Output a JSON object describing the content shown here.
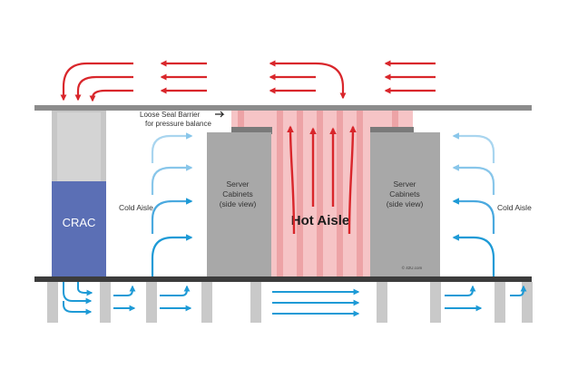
{
  "labels": {
    "crac": "CRAC",
    "cold_aisle_left": "Cold Aisle",
    "cold_aisle_right": "Cold Aisle",
    "server_left_l1": "Server",
    "server_left_l2": "Cabinets",
    "server_left_l3": "(side view)",
    "server_right_l1": "Server",
    "server_right_l2": "Cabinets",
    "server_right_l3": "(side view)",
    "hot_aisle": "Hot Aisle",
    "seal_l1": "Loose Seal Barrier",
    "seal_l2": "for pressure balance",
    "copyright": "© 42U.com"
  },
  "colors": {
    "ceiling": "#8c8c8c",
    "floor": "#3c3c3c",
    "pillar": "#c9c9c9",
    "crac_top": "#c7c7c7",
    "crac_body": "#5b6fb5",
    "cabinet": "#a8a8a8",
    "hot_zone": "#f6c4c6",
    "curtain": "#eda3a6",
    "hot_arrow": "#d9262b",
    "cold_dark": "#1d9ad6",
    "cold_light": "#88c6ea"
  }
}
